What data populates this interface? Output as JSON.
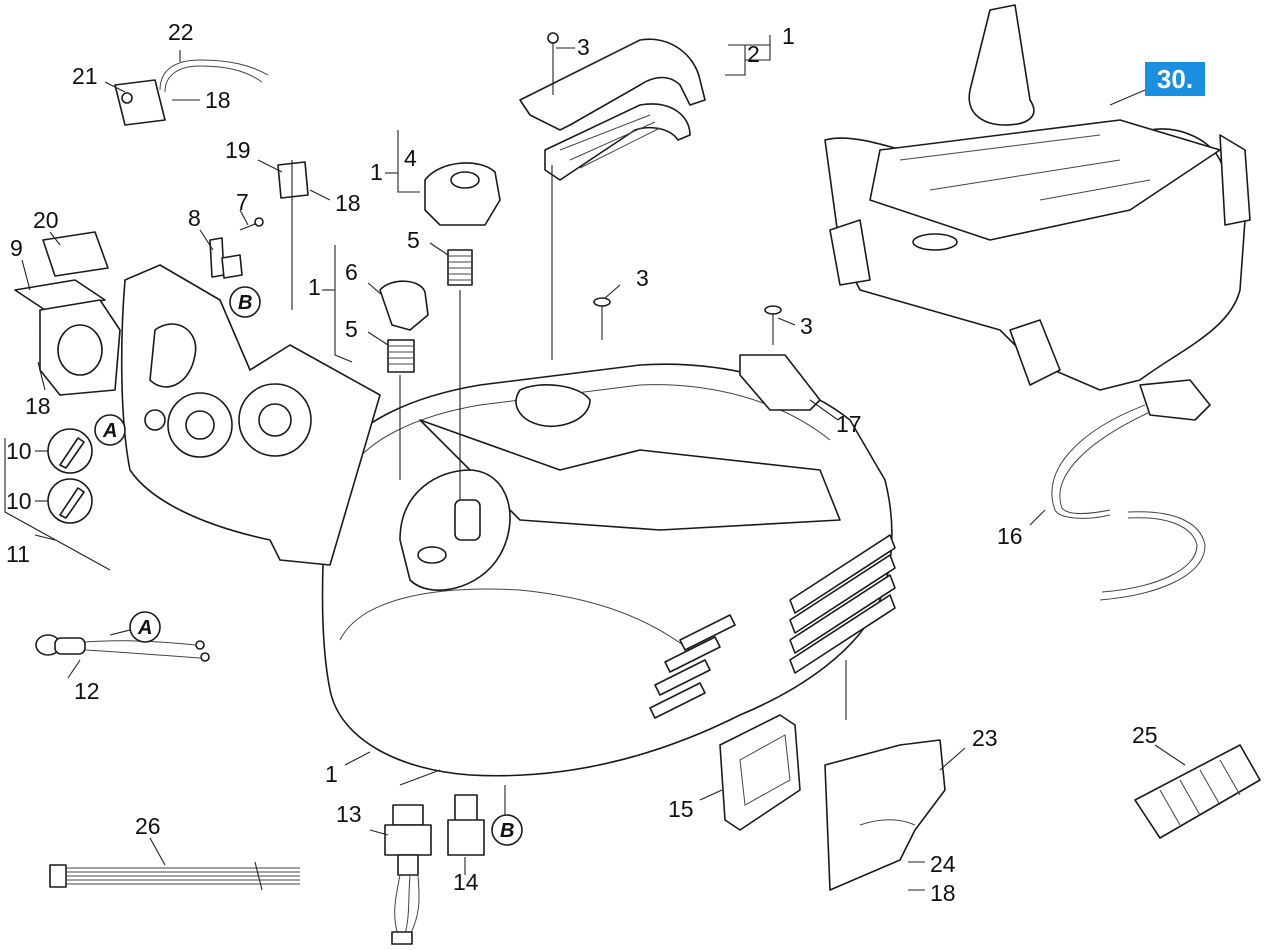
{
  "badge": {
    "text": "30.",
    "color": "#1a8fe0"
  },
  "labels": {
    "l1a": "1",
    "l2": "2",
    "l3a": "3",
    "l22": "22",
    "l21": "21",
    "l18a": "18",
    "l19": "19",
    "l18b": "18",
    "l4": "4",
    "l1b": "1",
    "l5a": "5",
    "l6": "6",
    "l1c": "1",
    "l5b": "5",
    "l8": "8",
    "l7": "7",
    "l20": "20",
    "l9": "9",
    "l18c": "18",
    "l3b": "3",
    "l3c": "3",
    "l17": "17",
    "l10a": "10",
    "l10b": "10",
    "l11": "11",
    "l12": "12",
    "l16": "16",
    "l1d": "1",
    "l13": "13",
    "l14": "14",
    "l15": "15",
    "l23": "23",
    "l24": "24",
    "l18d": "18",
    "l25": "25",
    "l26": "26"
  },
  "circle_labels": {
    "a1": "A",
    "a2": "A",
    "b1": "B",
    "b2": "B"
  }
}
